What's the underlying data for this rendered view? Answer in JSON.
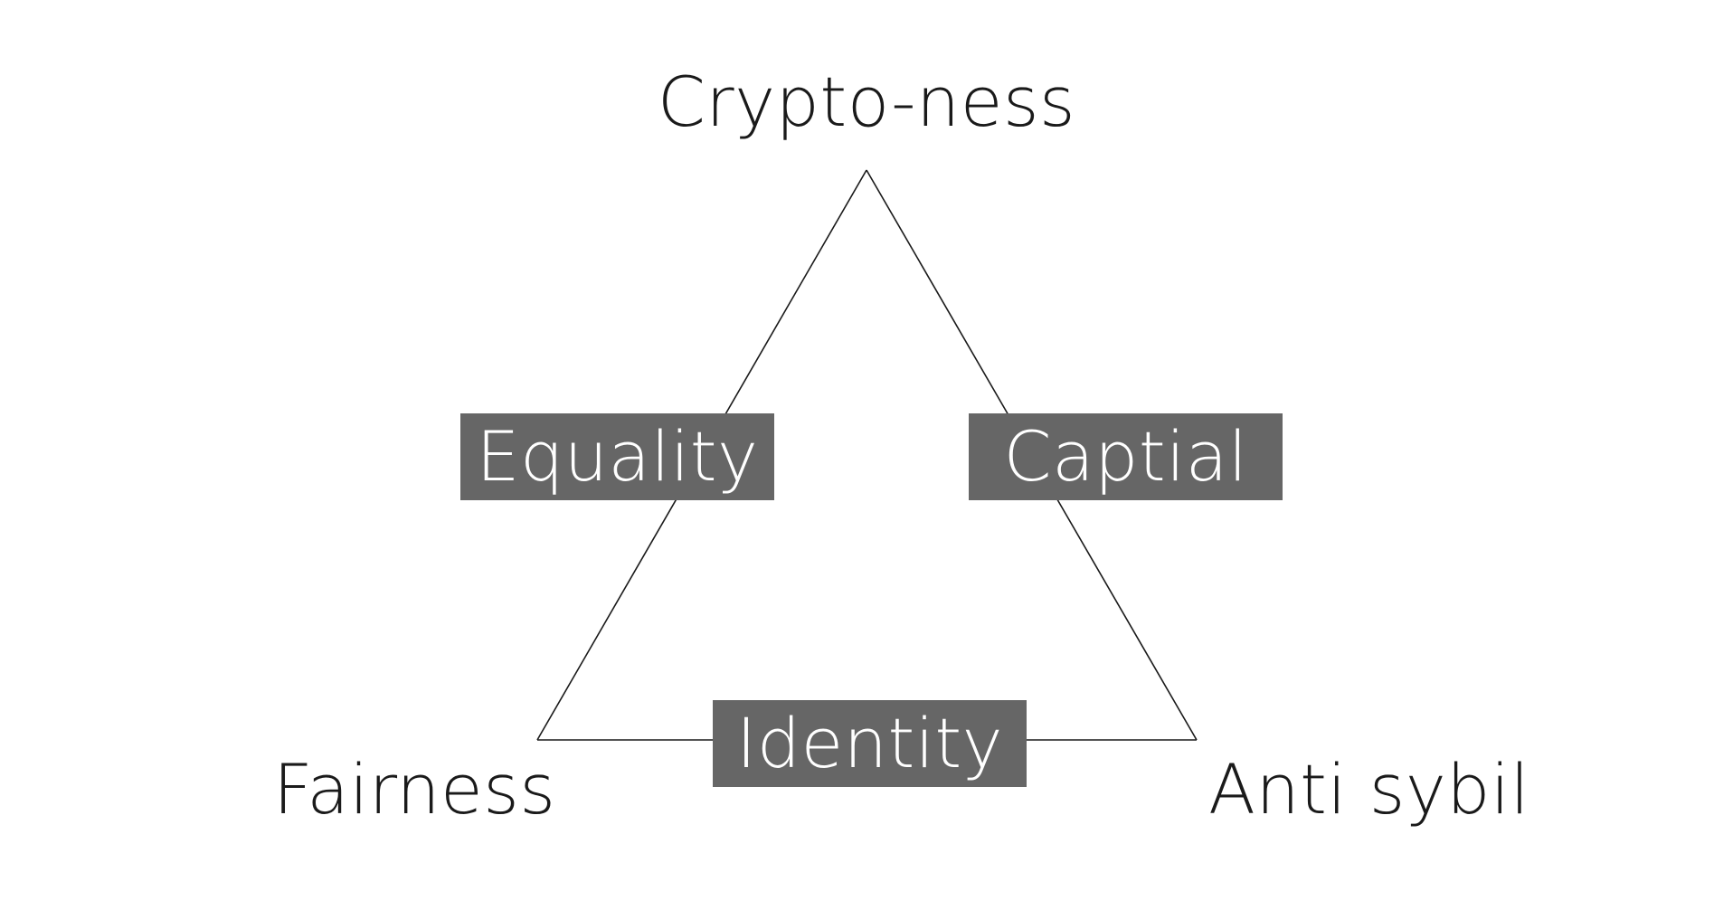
{
  "diagram": {
    "vertices": {
      "top": "Crypto-ness",
      "bottom_left": "Fairness",
      "bottom_right": "Anti sybil"
    },
    "edges": {
      "left": "Equality",
      "right": "Captial",
      "bottom": "Identity"
    },
    "colors": {
      "line": "#1a1a1a",
      "box_fill": "#666666",
      "box_text": "#ffffff",
      "vertex_text": "#1a1a1a",
      "background": "#ffffff"
    }
  }
}
